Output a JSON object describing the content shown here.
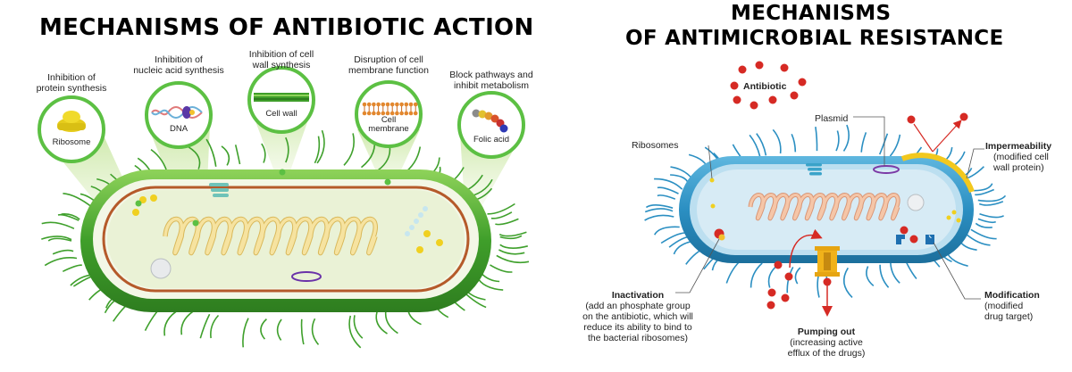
{
  "left": {
    "title": "MECHANISMS OF ANTIBIOTIC ACTION",
    "mechanisms": [
      {
        "caption": "Inhibition of\nprotein synthesis",
        "inner_label": "Ribosome",
        "icon": "ribosome-icon"
      },
      {
        "caption": "Inhibition of\nnucleic acid synthesis",
        "inner_label": "DNA",
        "icon": "dna-icon"
      },
      {
        "caption": "Inhibition of cell\nwall synthesis",
        "inner_label": "Cell wall",
        "icon": "cell-wall-icon"
      },
      {
        "caption": "Disruption of cell\nmembrane function",
        "inner_label": "Cell\nmembrane",
        "icon": "cell-membrane-icon"
      },
      {
        "caption": "Block pathways and\ninhibit metabolism",
        "inner_label": "Folic acid",
        "icon": "folic-acid-icon"
      }
    ],
    "colors": {
      "cell_wall": "#4caf35",
      "cytoplasm": "#eef4d8",
      "dna": "#f1d98a",
      "membrane": "#b55a2a"
    }
  },
  "right": {
    "title_line1": "MECHANISMS",
    "title_line2": "OF ANTIMICROBIAL RESISTANCE",
    "antibiotic_label": "Antibiotic",
    "plasmid_label": "Plasmid",
    "ribosomes_label": "Ribosomes",
    "impermeability": {
      "title": "Impermeability",
      "detail": "(modified cell\nwall protein)"
    },
    "inactivation": {
      "title": "Inactivation",
      "detail": "(add an phosphate group\non the antibiotic, which will\nreduce its ability to bind to\nthe bacterial ribosomes)"
    },
    "modification": {
      "title": "Modification",
      "detail": "(modified\ndrug target)"
    },
    "pumping": {
      "title": "Pumping out",
      "detail": "(increasing active\nefflux of the drugs)"
    },
    "colors": {
      "cell_wall": "#2b8fc2",
      "cytoplasm": "#cfe6f2",
      "antibiotic": "#d62a24",
      "pump": "#f0b21a"
    }
  }
}
